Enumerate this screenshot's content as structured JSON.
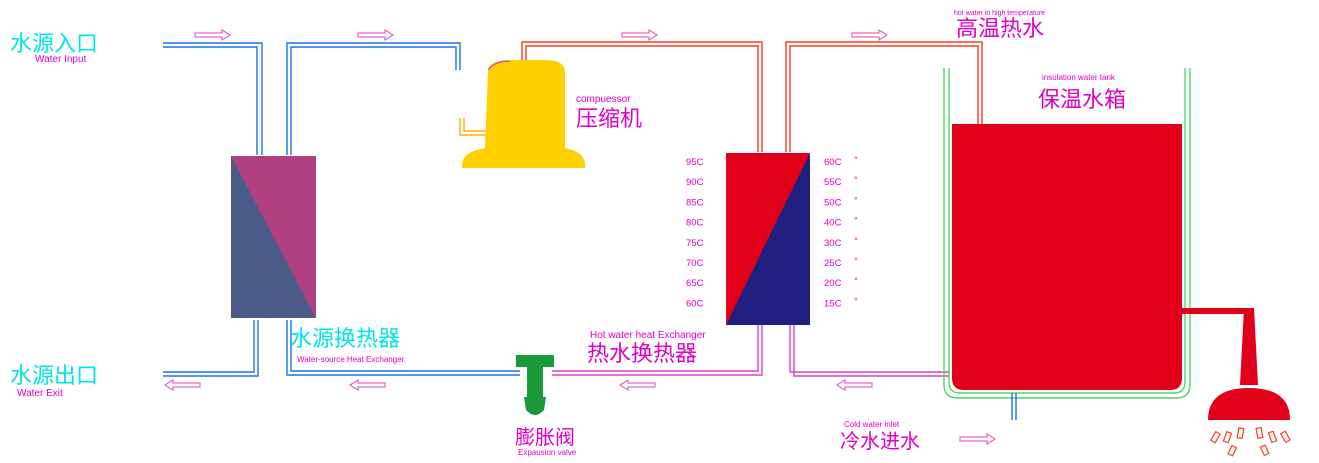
{
  "labels": {
    "water_input_cn": "水源入口",
    "water_input_en": "Water Input",
    "water_exit_cn": "水源出口",
    "water_exit_en": "Water Exit",
    "source_hx_cn": "水源换热器",
    "source_hx_en": "Water-source Heat Exchanger",
    "compressor_en": "compuessor",
    "compressor_cn": "压缩机",
    "expansion_cn": "膨胀阀",
    "expansion_en": "Expausion valve",
    "hot_hx_en": "Hot water heat Exchanger",
    "hot_hx_cn": "热水换热器",
    "hot_water_en": "hot water in high temperature",
    "hot_water_cn": "高温热水",
    "tank_en": "insulation water tank",
    "tank_cn": "保温水箱",
    "cold_inlet_en": "Cold water inlet",
    "cold_inlet_cn": "冷水进水"
  },
  "scale_left": [
    "95C",
    "90C",
    "85C",
    "80C",
    "75C",
    "70C",
    "65C",
    "60C"
  ],
  "scale_right": [
    "60C",
    "55C",
    "50C",
    "40C",
    "30C",
    "25C",
    "20C",
    "15C"
  ],
  "scale_unit": "°",
  "colors": {
    "cold_pipe": "#1a73e8",
    "hot_pipe": "#ff3b1f",
    "return_pipe": "#e040c0",
    "tank_fill": "#e0001a",
    "compressor": "#ffd000",
    "valve": "#1a9a3a",
    "hx_left_purple": "#4b5b8a",
    "hx_left_pink": "#b0407f",
    "hx_hot_red": "#e0001a",
    "hx_hot_blue": "#1f1f80"
  }
}
